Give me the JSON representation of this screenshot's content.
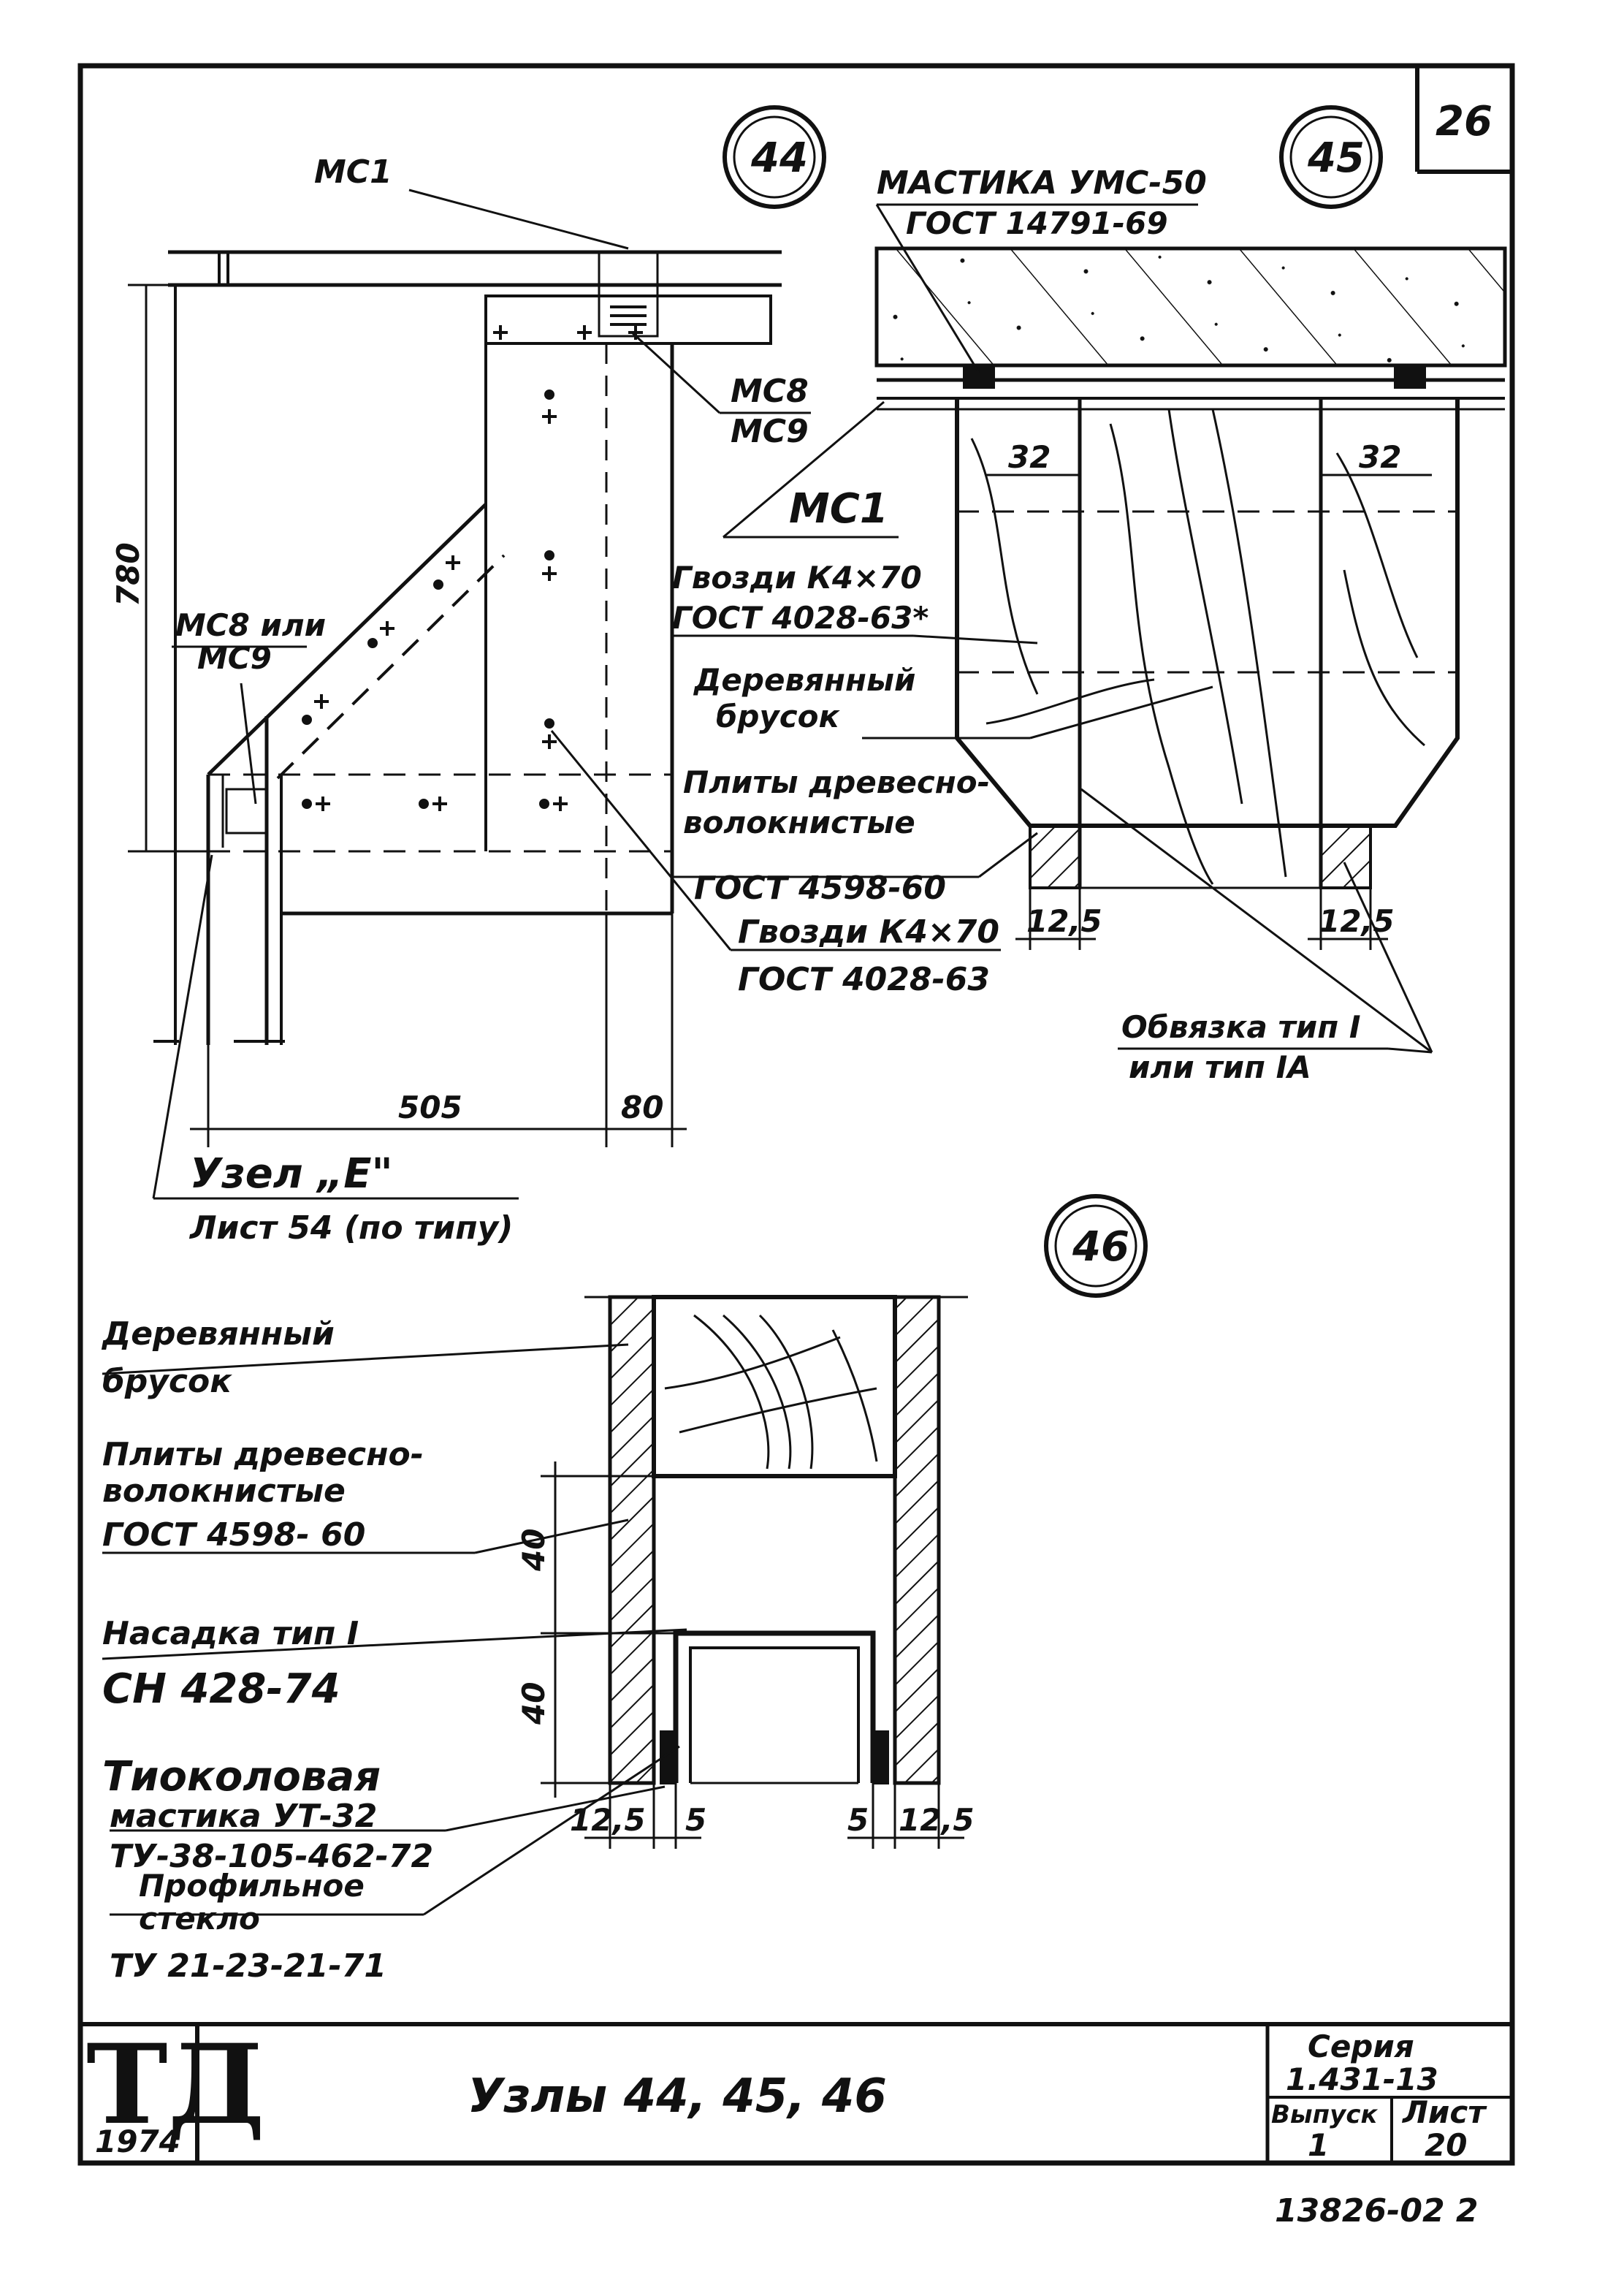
{
  "sheet_number": "26",
  "nodes": {
    "n44": "44",
    "n45": "45",
    "n46": "46"
  },
  "node44": {
    "mc1": "МС1",
    "mc8": "МС8",
    "mc9": "МС9",
    "mc8_or": "МС8 или",
    "mc9_b": "МС9",
    "dim_height": "780",
    "dim_width": "505",
    "dim_80": "80",
    "nails_line1": "Гвозди К4×70",
    "nails_line2": "ГОСТ 4028-63",
    "ref_line1": "Узел „Е\"",
    "ref_line2": "Лист 54 (по типу)"
  },
  "node45": {
    "mastic_line1": "МАСТИКА УМС-50",
    "mastic_line2": "ГОСТ 14791-69",
    "mc1": "МС1",
    "dim_32_left": "32",
    "dim_32_right": "32",
    "nails_line1": "Гвозди К4×70",
    "nails_line2": "ГОСТ 4028-63*",
    "bar_line1": "Деревянный",
    "bar_line2": "брусок",
    "plates_line1": "Плиты древесно-",
    "plates_line2": "волокнистые",
    "plates_line3": "ГОСТ 4598-60",
    "dim_125_left": "12,5",
    "dim_125_right": "12,5",
    "strap_line1": "Обвязка тип I",
    "strap_line2": "или тип IА"
  },
  "node46": {
    "bar_line1": "Деревянный",
    "bar_line2": "брусок",
    "plates_line1": "Плиты древесно-",
    "plates_line2": "волокнистые",
    "plates_line3": "ГОСТ 4598- 60",
    "cap_line1": "Насадка тип I",
    "cap_line2": "СН 428-74",
    "dim_40_top": "40",
    "dim_40_bottom": "40",
    "mastic_line1": "Тиоколовая",
    "mastic_line2": "мастика УТ-32",
    "mastic_line3": "ТУ-38-105-462-72",
    "glass_line1": "Профильное",
    "glass_line2": "стекло",
    "glass_line3": "ТУ 21-23-21-71",
    "dim_125_left": "12,5",
    "dim_5_left": "5",
    "dim_5_right": "5",
    "dim_125_right": "12,5"
  },
  "title_block": {
    "stamp": "ТД",
    "year": "1974",
    "title": "Узлы 44, 45, 46",
    "series_label": "Серия",
    "series_value": "1.431-13",
    "issue_label": "Выпуск",
    "issue_value": "1",
    "sheet_label": "Лист",
    "sheet_value": "20"
  },
  "footer_code": "13826-02 2"
}
